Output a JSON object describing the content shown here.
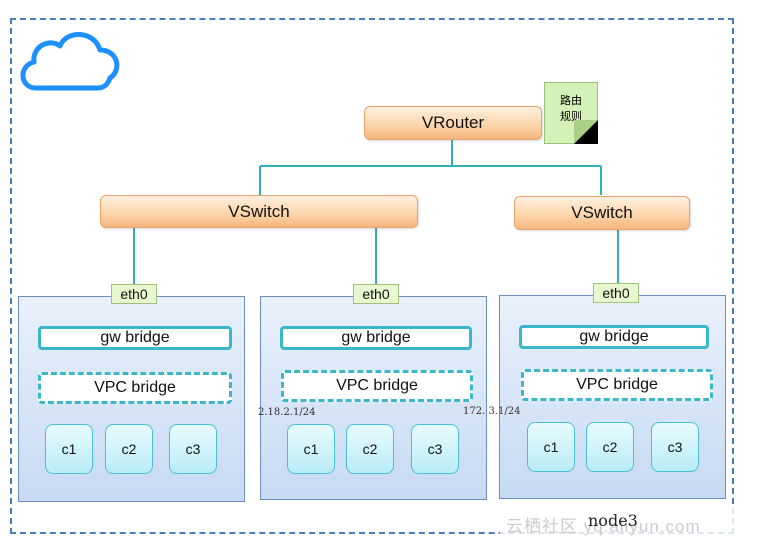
{
  "router": {
    "label": "VRouter"
  },
  "note": {
    "line1": "路由",
    "line2": "规则"
  },
  "switches": [
    {
      "label": "VSwitch"
    },
    {
      "label": "VSwitch"
    }
  ],
  "nodes": [
    {
      "eth": "eth0",
      "gw": "gw bridge",
      "vpc": "VPC bridge",
      "containers": [
        "c1",
        "c2",
        "c3"
      ],
      "subnet": ""
    },
    {
      "eth": "eth0",
      "gw": "gw bridge",
      "vpc": "VPC bridge",
      "containers": [
        "c1",
        "c2",
        "c3"
      ],
      "subnet": "2.18.2.1/24"
    },
    {
      "eth": "eth0",
      "gw": "gw bridge",
      "vpc": "VPC bridge",
      "containers": [
        "c1",
        "c2",
        "c3"
      ],
      "subnet": "172.  3.1/24"
    }
  ],
  "node_label": "node3",
  "watermark": "云栖社区 yq.aliyun.com",
  "colors": {
    "cloud": "#1e8fff",
    "link": "#2fb0c1",
    "frame": "#4a7ebb"
  }
}
